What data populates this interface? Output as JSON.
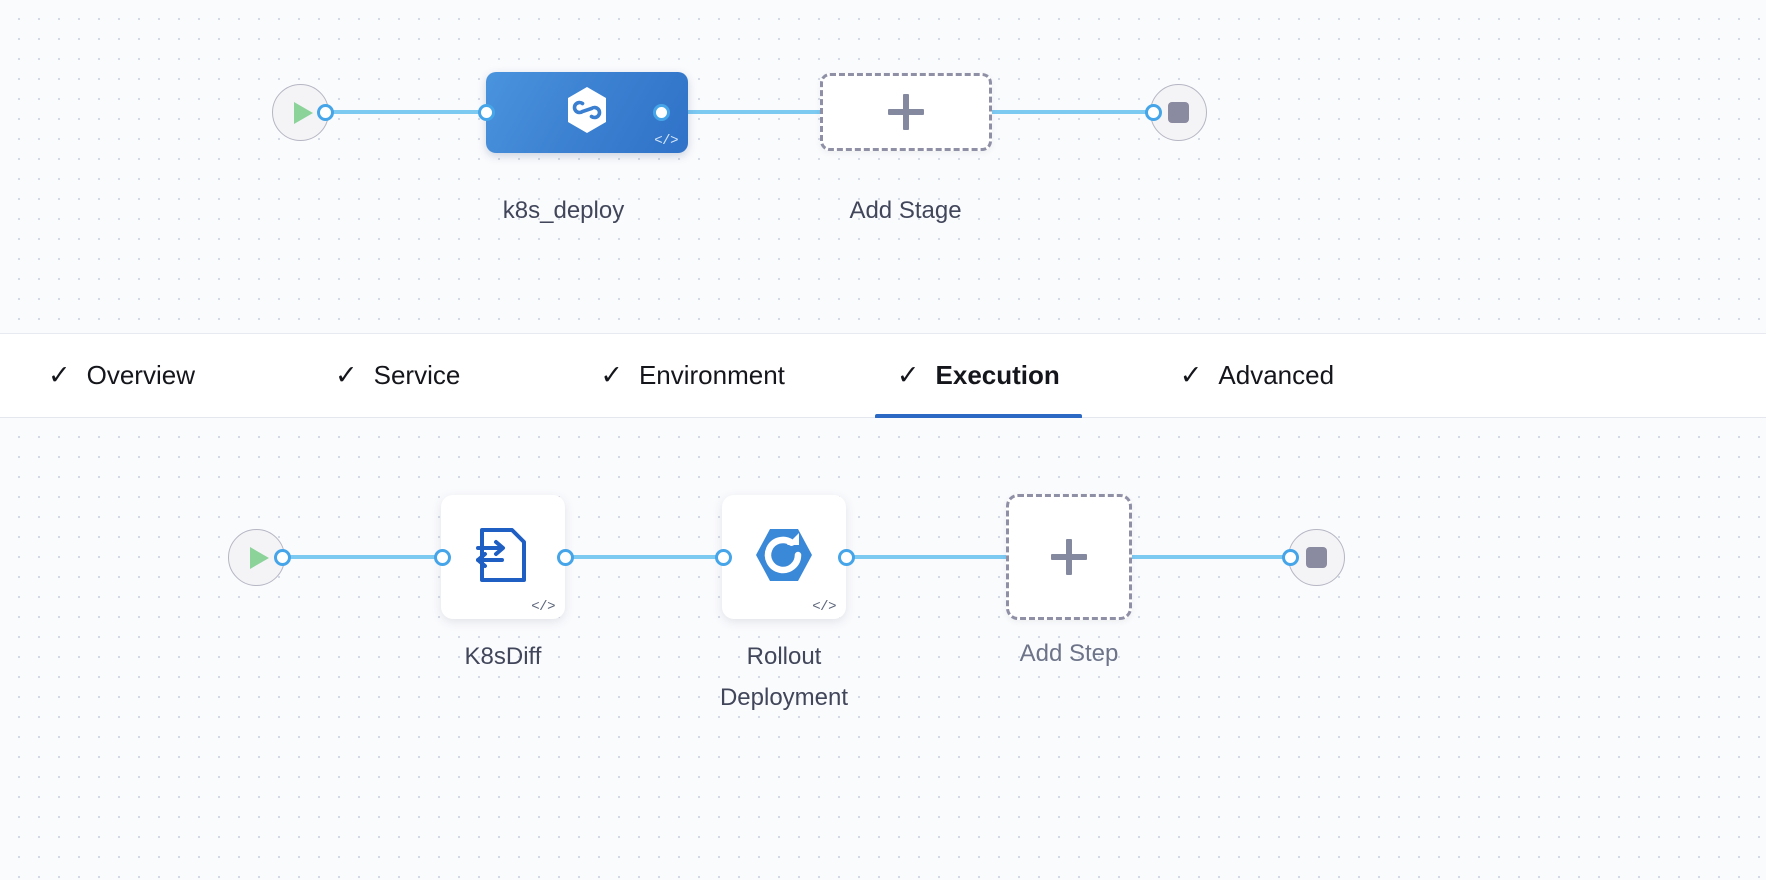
{
  "stage_graph": {
    "name": "stage-pipeline",
    "start_node": {
      "icon": "play-icon"
    },
    "end_node": {
      "icon": "stop-icon"
    },
    "nodes": [
      {
        "id": "k8s-deploy",
        "label": "k8s_deploy",
        "icon": "harness-hexagon-icon",
        "badge": "</>",
        "type": "stage",
        "color": "#3a7fd0"
      },
      {
        "id": "add-stage",
        "label": "Add Stage",
        "icon": "plus-icon",
        "type": "add"
      }
    ]
  },
  "tabs": {
    "items": [
      {
        "label": "Overview",
        "check": "✓",
        "active": false
      },
      {
        "label": "Service",
        "check": "✓",
        "active": false
      },
      {
        "label": "Environment",
        "check": "✓",
        "active": false
      },
      {
        "label": "Execution",
        "check": "✓",
        "active": true
      },
      {
        "label": "Advanced",
        "check": "✓",
        "active": false
      }
    ],
    "active_color": "#2b69c5"
  },
  "step_graph": {
    "name": "execution-pipeline",
    "start_node": {
      "icon": "play-icon"
    },
    "end_node": {
      "icon": "stop-icon"
    },
    "nodes": [
      {
        "id": "k8s-diff",
        "label": "K8sDiff",
        "icon": "k8s-diff-document-icon",
        "badge": "</>",
        "type": "step"
      },
      {
        "id": "rollout-deployment",
        "label": "Rollout\nDeployment",
        "icon": "rollout-hexagon-icon",
        "badge": "</>",
        "type": "step"
      },
      {
        "id": "add-step",
        "label": "Add Step",
        "icon": "plus-icon",
        "type": "add"
      }
    ]
  },
  "colors": {
    "canvas_background": "#fafbfd",
    "edge": "#7cc9f2",
    "port_stroke": "#46a5e8",
    "stage_blue": "#3a7fd0",
    "play_green": "#8cd39a",
    "stop_grey": "#8a8aa0",
    "dashed_border": "#8f8fa6",
    "label_text": "#41465a"
  }
}
